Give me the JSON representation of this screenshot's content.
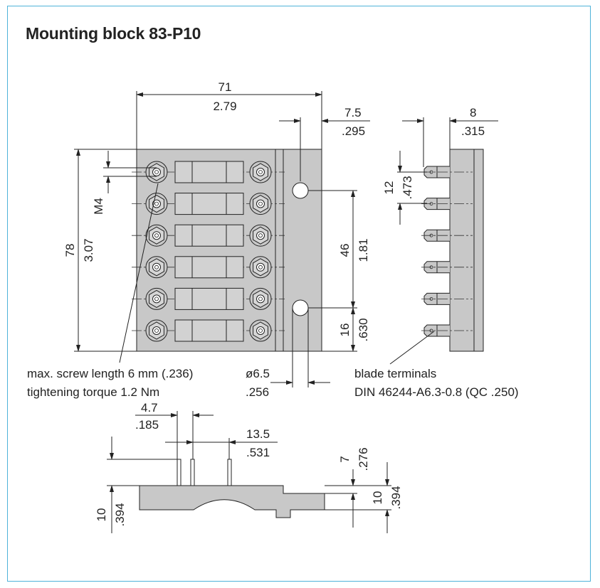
{
  "title": "Mounting block 83-P10",
  "dimensions": {
    "width_mm": "71",
    "width_in": "2.79",
    "edge_mm": "7.5",
    "edge_in": ".295",
    "height_mm": "78",
    "height_in": "3.07",
    "thread": "M4",
    "hole_spacing_mm": "46",
    "hole_spacing_in": "1.81",
    "hole_bottom_mm": "16",
    "hole_bottom_in": ".630",
    "hole_dia_mm": "ø6.5",
    "hole_dia_in": ".256",
    "side_width_mm": "8",
    "side_width_in": ".315",
    "pitch_mm": "12",
    "pitch_in": ".473",
    "pin_width_mm": "4.7",
    "pin_width_in": ".185",
    "pin_spacing_mm": "13.5",
    "pin_spacing_in": ".531",
    "bottom_left_mm": "10",
    "bottom_left_in": ".394",
    "step_mm": "7",
    "step_in": ".276",
    "bottom_right_mm": "10",
    "bottom_right_in": ".394"
  },
  "notes": {
    "screw_length": "max. screw length 6 mm (.236)",
    "torque": "tightening torque 1.2 Nm",
    "terminals": "blade terminals",
    "terminal_standard": "DIN 46244-A6.3-0.8 (QC .250)"
  },
  "colors": {
    "frame": "#4fb3d9",
    "body_fill": "#c8c8c8"
  },
  "rows": 6
}
